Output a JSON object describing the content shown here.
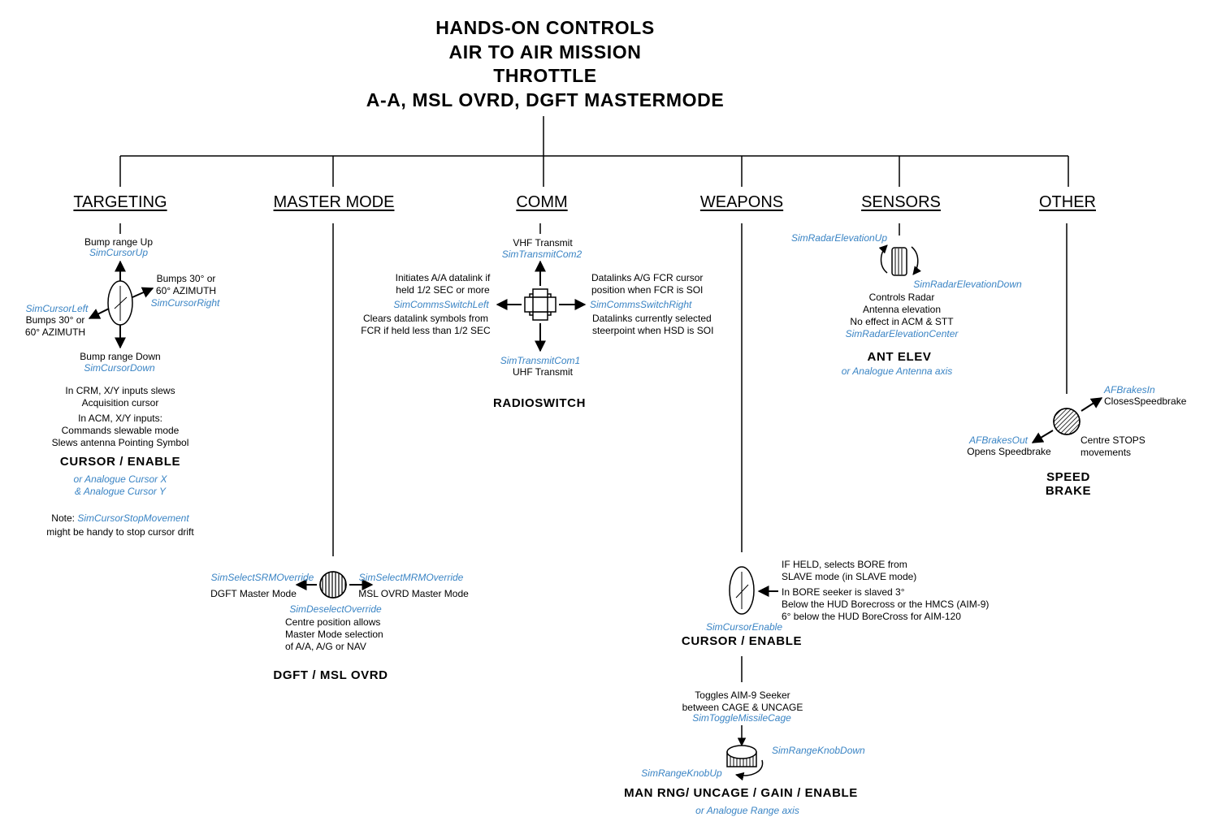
{
  "title": [
    "HANDS-ON CONTROLS",
    "AIR TO AIR MISSION",
    "THROTTLE",
    "A-A, MSL OVRD, DGFT  MASTERMODE"
  ],
  "categories": {
    "targeting": "TARGETING",
    "master_mode": "MASTER MODE",
    "comm": "COMM",
    "weapons": "WEAPONS",
    "sensors": "SENSORS",
    "other": "OTHER"
  },
  "targeting": {
    "up_desc": "Bump range Up",
    "up_cmd": "SimCursorUp",
    "right_desc": [
      "Bumps 30° or",
      "60° AZIMUTH"
    ],
    "right_cmd": "SimCursorRight",
    "left_cmd": "SimCursorLeft",
    "left_desc": [
      "Bumps 30° or",
      "60° AZIMUTH"
    ],
    "down_desc": "Bump range Down",
    "down_cmd": "SimCursorDown",
    "crm_note": [
      "In CRM, X/Y inputs slews",
      "Acquisition cursor"
    ],
    "acm_note": [
      "In ACM, X/Y inputs:",
      "Commands slewable mode",
      "Slews antenna Pointing Symbol"
    ],
    "control_name": "CURSOR / ENABLE",
    "analogue": [
      "or Analogue Cursor X",
      "& Analogue Cursor Y"
    ],
    "note_prefix": "Note: ",
    "note_cmd": "SimCursorStopMovement",
    "note_suffix": "might be handy to stop cursor drift"
  },
  "master_mode": {
    "left_cmd": "SimSelectSRMOverride",
    "left_desc": "DGFT Master Mode",
    "right_cmd": "SimSelectMRMOverride",
    "right_desc": "MSL OVRD Master Mode",
    "centre_cmd": "SimDeselectOverride",
    "centre_desc": [
      "Centre position allows",
      "Master Mode selection",
      "of A/A, A/G or NAV"
    ],
    "control_name": "DGFT / MSL OVRD"
  },
  "comm": {
    "up_desc": "VHF Transmit",
    "up_cmd": "SimTransmitCom2",
    "left_desc_top": [
      "Initiates A/A datalink if",
      "held 1/2 SEC or more"
    ],
    "left_cmd": "SimCommsSwitchLeft",
    "left_desc_bottom": [
      "Clears datalink symbols from",
      "FCR if held less than 1/2 SEC"
    ],
    "right_desc_top": [
      "Datalinks A/G FCR cursor",
      "position when FCR is SOI"
    ],
    "right_cmd": "SimCommsSwitchRight",
    "right_desc_bottom": [
      "Datalinks currently selected",
      "steerpoint when HSD is SOI"
    ],
    "down_cmd": "SimTransmitCom1",
    "down_desc": "UHF Transmit",
    "control_name": "RADIOSWITCH"
  },
  "weapons": {
    "held_desc": [
      "IF HELD, selects BORE from",
      "SLAVE mode (in SLAVE mode)"
    ],
    "bore_desc": [
      "In BORE seeker is slaved 3°",
      "Below the HUD Borecross or the HMCS (AIM-9)",
      "6° below the HUD BoreCross for AIM-120"
    ],
    "enable_cmd": "SimCursorEnable",
    "control_name": "CURSOR / ENABLE",
    "cage_desc": [
      "Toggles AIM-9 Seeker",
      "between CAGE & UNCAGE"
    ],
    "cage_cmd": "SimToggleMissileCage",
    "knob_down_cmd": "SimRangeKnobDown",
    "knob_up_cmd": "SimRangeKnobUp",
    "knob_control_name": "MAN RNG/ UNCAGE / GAIN / ENABLE",
    "knob_analogue": "or Analogue Range axis"
  },
  "sensors": {
    "up_cmd": "SimRadarElevationUp",
    "down_cmd": "SimRadarElevationDown",
    "desc": [
      "Controls Radar",
      "Antenna elevation",
      "No effect in ACM & STT"
    ],
    "center_cmd": "SimRadarElevationCenter",
    "control_name": "ANT ELEV",
    "analogue": "or Analogue Antenna axis"
  },
  "other": {
    "in_cmd": "AFBrakesIn",
    "in_desc": "ClosesSpeedbrake",
    "out_cmd": "AFBrakesOut",
    "out_desc": "Opens Speedbrake",
    "centre_desc": [
      "Centre STOPS",
      "movements"
    ],
    "control_name": [
      "SPEED",
      "BRAKE"
    ]
  },
  "colors": {
    "command_blue": "#3a84c4",
    "line": "#000000"
  }
}
